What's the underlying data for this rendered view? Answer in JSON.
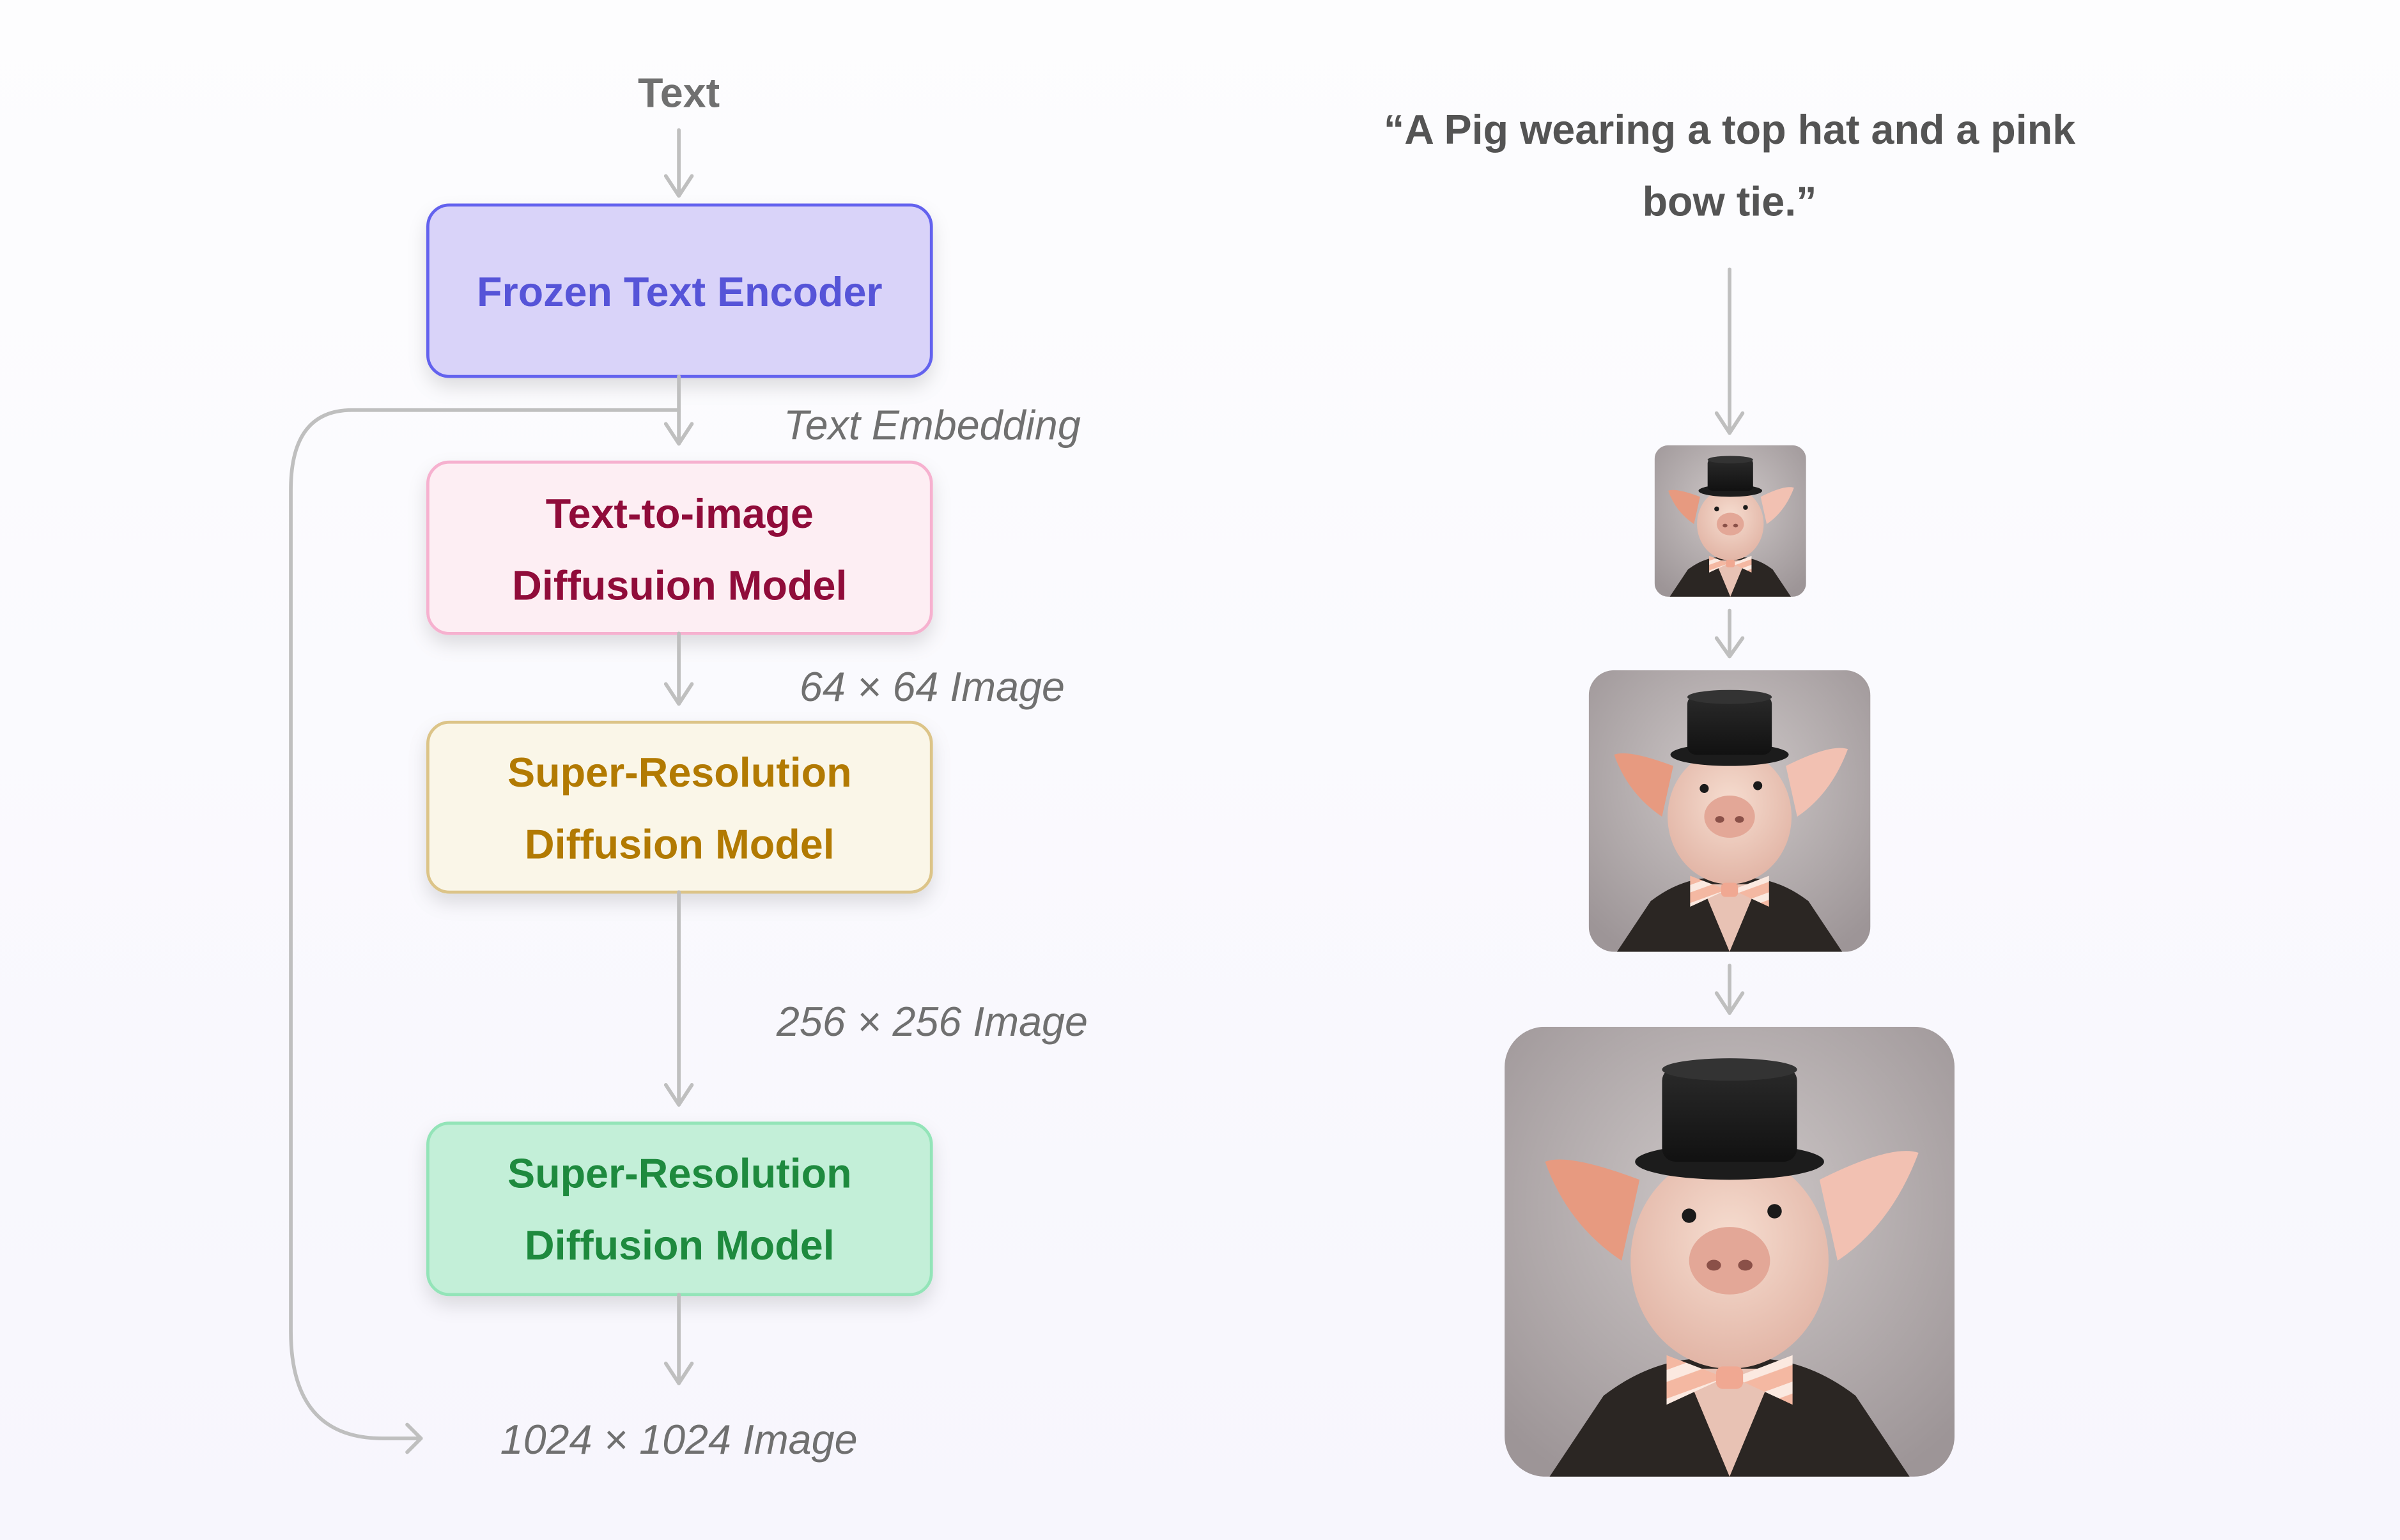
{
  "pipeline": {
    "input_label": "Text",
    "embedding_label": "Text Embedding",
    "stages": [
      {
        "id": "frozen-text-encoder",
        "lines": [
          "Frozen Text Encoder"
        ],
        "fill": "#d9d3f9",
        "border": "#6462ee",
        "text_color": "#5654d8"
      },
      {
        "id": "text-to-image-diffusion",
        "lines": [
          "Text-to-image",
          "Diffusuion Model"
        ],
        "fill": "#fdeef3",
        "border": "#f6b1cf",
        "text_color": "#900c3a"
      },
      {
        "id": "super-resolution-1",
        "lines": [
          "Super-Resolution",
          "Diffusion Model"
        ],
        "fill": "#faf6e8",
        "border": "#dcc488",
        "text_color": "#b27a02"
      },
      {
        "id": "super-resolution-2",
        "lines": [
          "Super-Resolution",
          "Diffusion Model"
        ],
        "fill": "#c3efd8",
        "border": "#93e4b8",
        "text_color": "#1e8a3e"
      }
    ],
    "outputs": [
      "64 × 64 Image",
      "256 × 256 Image",
      "1024 × 1024 Image"
    ]
  },
  "example": {
    "prompt_lines": [
      "“A Pig wearing a top hat and a pink",
      "bow tie.”"
    ],
    "images": [
      {
        "label": "64x64 pig image",
        "size": "small"
      },
      {
        "label": "256x256 pig image",
        "size": "medium"
      },
      {
        "label": "1024x1024 pig image",
        "size": "large"
      }
    ]
  },
  "colors": {
    "arrow": "#bfbfbf",
    "label_gray": "#707070",
    "prompt_text": "#545454",
    "photo_bg": "#b7b0b1"
  }
}
